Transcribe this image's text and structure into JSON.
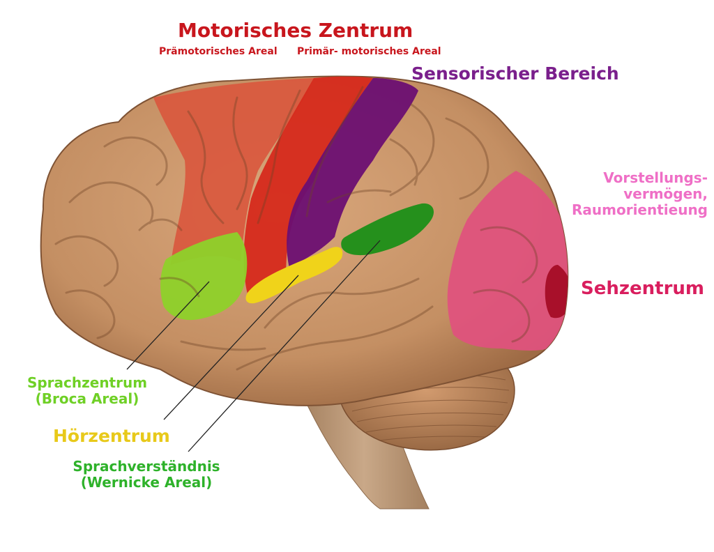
{
  "labels": {
    "motor_title": "Motorisches Zentrum",
    "premotor": "Prämotorisches Areal",
    "primary_motor": "Primär- motorisches Areal",
    "sensory": "Sensorischer Bereich",
    "imagination_1": "Vorstellungs-",
    "imagination_2": "vermögen,",
    "imagination_3": "Raumorientieung",
    "visual": "Sehzentrum",
    "broca_1": "Sprachzentrum",
    "broca_2": "(Broca Areal)",
    "auditory": "Hörzentrum",
    "wernicke_1": "Sprachverständnis",
    "wernicke_2": "(Wernicke Areal)"
  },
  "colors": {
    "brain_tan": "#c8956a",
    "brain_shadow": "#8a5a38",
    "premotor": "#d9583e",
    "primary_motor": "#d62a1c",
    "sensory": "#6b0f72",
    "visual_area": "#e0527e",
    "visual_core": "#a8102a",
    "broca": "#8ed12a",
    "auditory": "#f0d31a",
    "wernicke": "#25901c",
    "stem": "#b79474",
    "cerebellum": "#c08860",
    "text_motor": "#c8161d",
    "text_sensory": "#7a1f8c",
    "text_imagination": "#ef6fc6",
    "text_visual": "#d91e5e",
    "text_broca": "#6fd026",
    "text_auditory": "#e8c91a",
    "text_wernicke": "#2eb22a"
  }
}
